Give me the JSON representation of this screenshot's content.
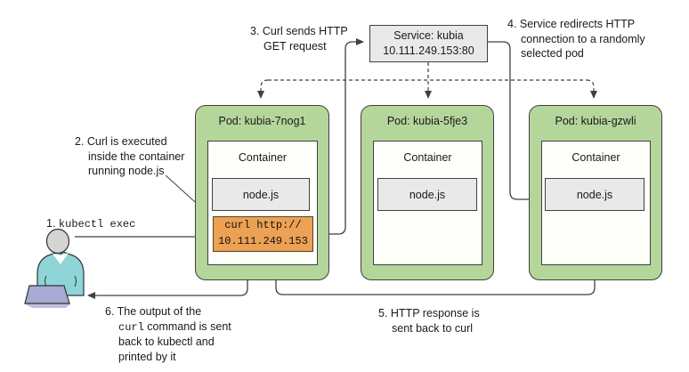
{
  "diagram": {
    "title_hint": "curl-through-kubernetes-service",
    "annotations": {
      "step1": {
        "num": "1.",
        "cmd": "kubectl exec"
      },
      "step2": {
        "line1": "2. Curl is executed",
        "line2": "inside the container",
        "line3": "running node.js"
      },
      "step3": {
        "line1": "3. Curl sends HTTP",
        "line2": "GET request"
      },
      "step4": {
        "line1": "4. Service redirects HTTP",
        "line2": "connection to a randomly",
        "line3": "selected pod"
      },
      "step5": {
        "line1": "5. HTTP response is",
        "line2": "sent back to curl"
      },
      "step6": {
        "line1": "6. The output of the",
        "line2_mono": "curl",
        "line2_rest": " command is sent",
        "line3": "back to kubectl and",
        "line4": "printed by it"
      }
    },
    "service": {
      "line1": "Service: kubia",
      "line2": "10.111.249.153:80"
    },
    "pods": [
      {
        "title": "Pod: kubia-7nog1",
        "container_label": "Container",
        "app_label": "node.js"
      },
      {
        "title": "Pod: kubia-5fje3",
        "container_label": "Container",
        "app_label": "node.js"
      },
      {
        "title": "Pod: kubia-gzwli",
        "container_label": "Container",
        "app_label": "node.js"
      }
    ],
    "curl_box": {
      "line1": "curl http://",
      "line2": "10.111.249.153"
    },
    "colors": {
      "pod_green": "#b5d69b",
      "box_gray": "#e9e9e9",
      "curl_orange": "#eda155",
      "line_dark": "#404040",
      "person_shirt_teal": "#8fd5d8",
      "laptop_purple": "#a8a9d4",
      "head_gray": "#d4d4d4"
    }
  }
}
